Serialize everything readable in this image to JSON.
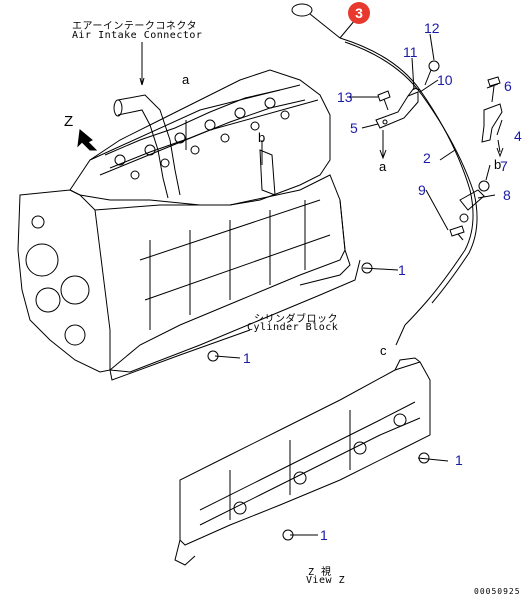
{
  "labels": {
    "air_intake_jp": "エアーインテークコネクタ",
    "air_intake_en": "Air Intake Connector",
    "cylinder_block_jp": "シリンダブロック",
    "cylinder_block_en": "Cylinder Block",
    "view_z_jp": "Z 視",
    "view_z_en": "View Z"
  },
  "view_marks": {
    "z": "Z",
    "a_top": "a",
    "b_top": "b",
    "a_bracket": "a",
    "b_bracket": "b",
    "c_top": "c"
  },
  "callouts": {
    "c3": "3",
    "c12": "12",
    "c11": "11",
    "c10": "10",
    "c6": "6",
    "c13": "13",
    "c5": "5",
    "c4": "4",
    "c2": "2",
    "c7": "7",
    "c9": "9",
    "c8": "8",
    "c1_engine_right": "1",
    "c1_engine_bottom": "1",
    "c1_viewz_right": "1",
    "c1_viewz_bottom": "1"
  },
  "colors": {
    "highlight_badge": "#e8392f",
    "callout_blue": "#1a1aa8",
    "line": "#000000"
  },
  "doc_id": "00050925"
}
